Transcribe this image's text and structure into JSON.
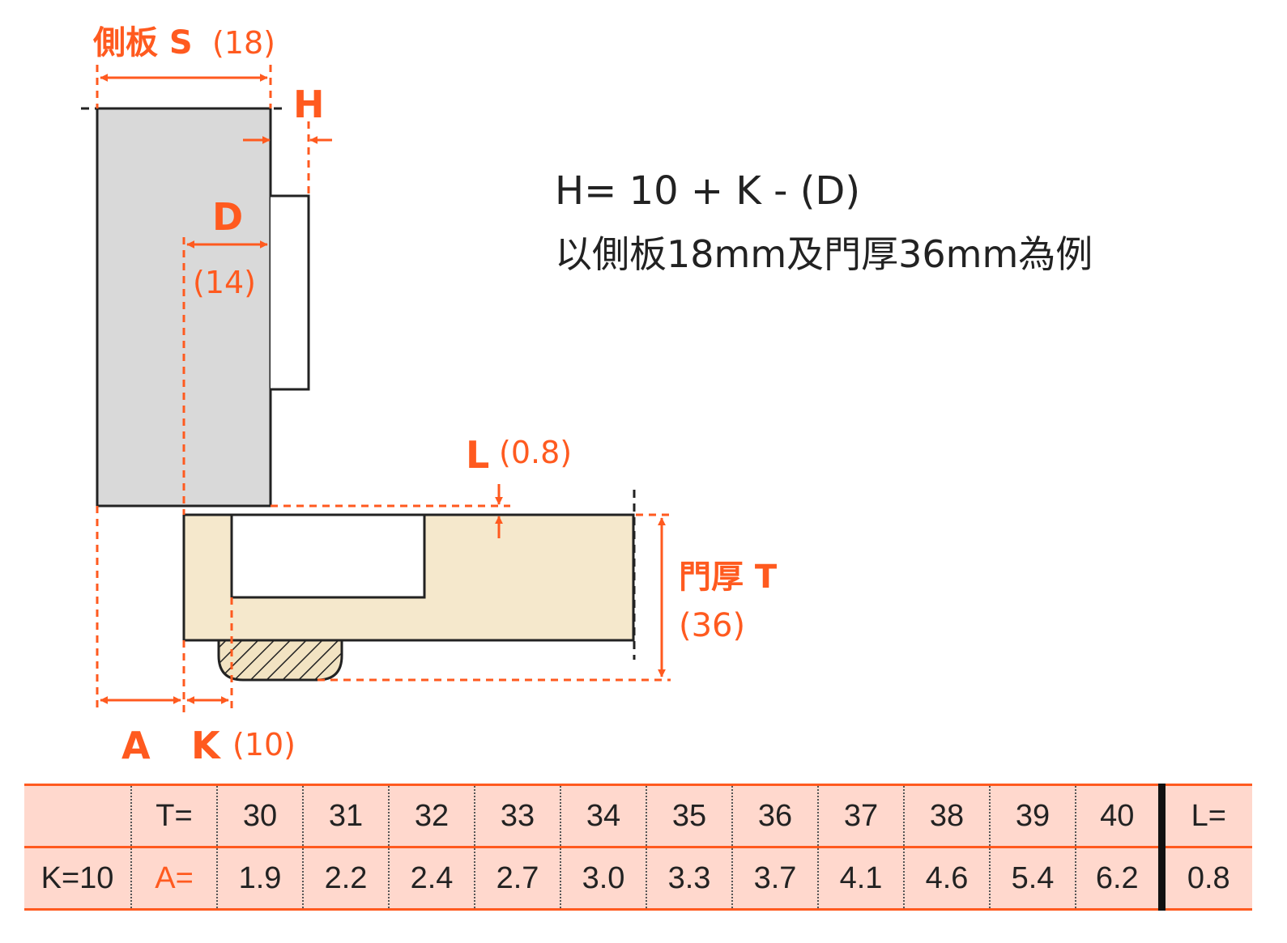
{
  "labels": {
    "side_panel": "側板 S",
    "side_panel_value": "(18)",
    "h": "H",
    "d": "D",
    "d_value": "(14)",
    "l": "L",
    "l_value": "(0.8)",
    "door_thickness": "門厚 T",
    "door_thickness_value": "(36)",
    "a": "A",
    "k": "K",
    "k_value": "(10)"
  },
  "formula": {
    "line1": "H= 10 + K - (D)",
    "line2": "以側板18mm及門厚36mm為例"
  },
  "colors": {
    "accent": "#ff5a1f",
    "side_panel_fill": "#d9d9d9",
    "door_fill": "#f5e8cc",
    "table_bg": "#ffd8cd"
  },
  "table": {
    "row1": [
      "",
      "T=",
      "30",
      "31",
      "32",
      "33",
      "34",
      "35",
      "36",
      "37",
      "38",
      "39",
      "40",
      "L="
    ],
    "row2": [
      "K=10",
      "A=",
      "1.9",
      "2.2",
      "2.4",
      "2.7",
      "3.0",
      "3.3",
      "3.7",
      "4.1",
      "4.6",
      "5.4",
      "6.2",
      "0.8"
    ]
  }
}
